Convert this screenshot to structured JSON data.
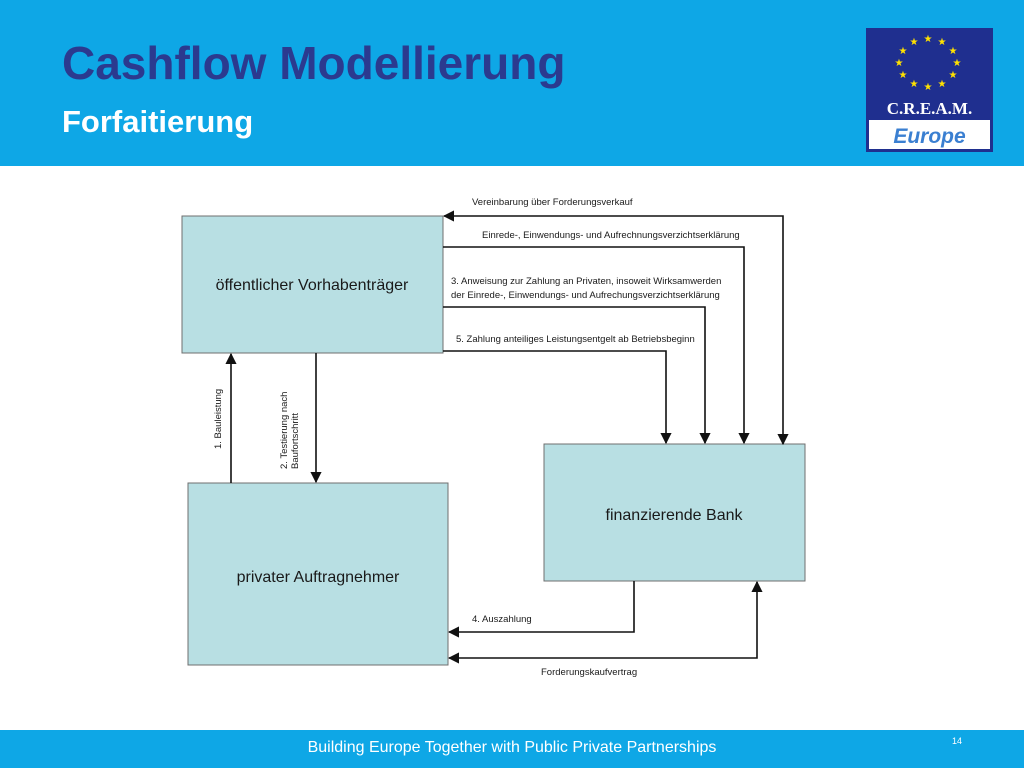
{
  "slide": {
    "title": "Cashflow Modellierung",
    "subtitle": "Forfaitierung"
  },
  "logo": {
    "line1": "C.R.E.A.M.",
    "line2": "Europe",
    "colors": {
      "background": "#1f2f8f",
      "stars": "#ffe100",
      "band": "#ffffff",
      "europe_text": "#3a7fd1"
    }
  },
  "diagram": {
    "nodes": [
      {
        "id": "vorhabentraeger",
        "label": "öffentlicher Vorhabenträger"
      },
      {
        "id": "bank",
        "label": "finanzierende Bank"
      },
      {
        "id": "auftragnehmer",
        "label": "privater Auftragnehmer"
      }
    ],
    "edges": [
      {
        "id": "e-vereinbarung",
        "from": "bank",
        "to": "vorhabentraeger",
        "label_lines": [
          "Vereinbarung über Forderungsverkauf"
        ]
      },
      {
        "id": "e-einrede",
        "from": "vorhabentraeger",
        "to": "bank",
        "label_lines": [
          "Einrede-, Einwendungs- und Aufrechnungsverzichtserklärung"
        ]
      },
      {
        "id": "e-anweisung",
        "from": "vorhabentraeger",
        "to": "bank",
        "label_lines": [
          "3. Anweisung zur Zahlung an Privaten, insoweit Wirksamwerden",
          "der Einrede-, Einwendungs- und Aufrechungsverzichtserklärung"
        ]
      },
      {
        "id": "e-zahlung",
        "from": "vorhabentraeger",
        "to": "bank",
        "label_lines": [
          "5. Zahlung anteiliges Leistungsentgelt ab Betriebsbeginn"
        ]
      },
      {
        "id": "e-bauleistung",
        "from": "auftragnehmer",
        "to": "vorhabentraeger",
        "label_lines": [
          "1. Bauleistung"
        ]
      },
      {
        "id": "e-testierung",
        "from": "vorhabentraeger",
        "to": "auftragnehmer",
        "label_lines": [
          "2. Testierung nach",
          "Baufortschritt"
        ]
      },
      {
        "id": "e-auszahlung",
        "from": "bank",
        "to": "auftragnehmer",
        "label_lines": [
          "4. Auszahlung"
        ]
      },
      {
        "id": "e-forderungskauf",
        "from": "auftragnehmer",
        "to": "bank",
        "label_lines": [
          "Forderungskaufvertrag"
        ]
      }
    ],
    "colors": {
      "box_fill": "#b8dfe3",
      "box_stroke": "#6f6f6f",
      "line": "#111111"
    }
  },
  "footer": {
    "text": "Building Europe Together with Public Private Partnerships",
    "page": "14"
  },
  "colors": {
    "header_bg": "#0ea7e6",
    "title": "#2b3a8f",
    "subtitle": "#ffffff"
  }
}
